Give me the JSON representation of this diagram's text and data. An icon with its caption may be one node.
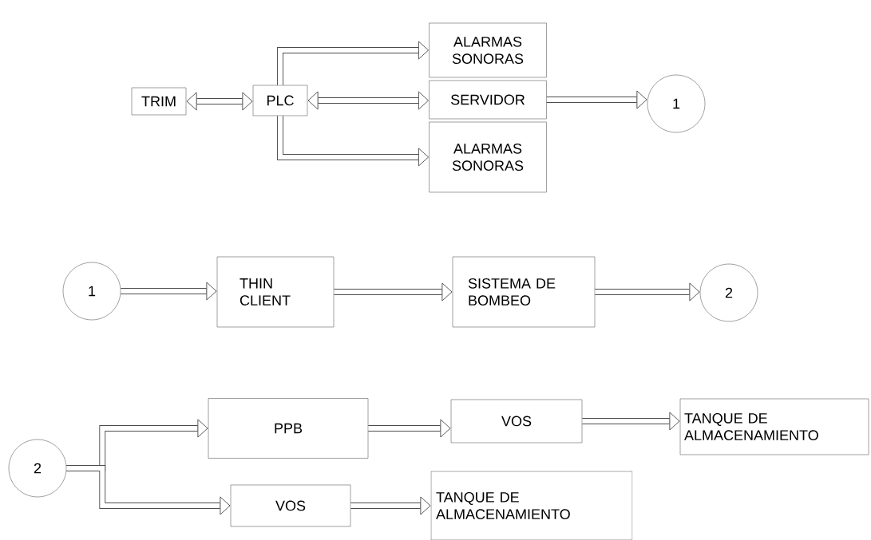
{
  "diagram": {
    "nodes": [
      {
        "text": [
          "TRIM"
        ]
      },
      {
        "text": [
          "PLC"
        ]
      },
      {
        "text": [
          "ALARMAS SONORAS"
        ]
      },
      {
        "text": [
          "SERVIDOR"
        ]
      },
      {
        "text": [
          "1"
        ]
      },
      {
        "text": [
          "ALARMAS SONORAS"
        ]
      },
      {
        "text": [
          "1"
        ]
      },
      {
        "text": [
          "THIN CLIENT"
        ]
      },
      {
        "text": [
          "SISTEMA DE BOMBEO"
        ]
      },
      {
        "text": [
          "2"
        ]
      },
      {
        "text": [
          "2"
        ]
      },
      {
        "text": [
          "PPB"
        ]
      },
      {
        "text": [
          "VOS"
        ]
      },
      {
        "text": [
          "TANQUE DE ALMACENAMIENTO"
        ]
      },
      {
        "text": [
          "VOS"
        ]
      },
      {
        "text": [
          "TANQUE DE ALMACENAMIENTO"
        ]
      }
    ],
    "edges": [
      {
        "from": 0,
        "to": 1,
        "arrow": "both"
      },
      {
        "from": 1,
        "to": 3,
        "arrow": "both"
      },
      {
        "from": 1,
        "to": 2,
        "arrow": "to"
      },
      {
        "from": 1,
        "to": 5,
        "arrow": "to"
      },
      {
        "from": 3,
        "to": 4,
        "arrow": "to"
      },
      {
        "from": 6,
        "to": 7,
        "arrow": "to"
      },
      {
        "from": 7,
        "to": 8,
        "arrow": "to"
      },
      {
        "from": 8,
        "to": 9,
        "arrow": "to"
      },
      {
        "from": 10,
        "to": 11,
        "arrow": "to"
      },
      {
        "from": 10,
        "to": 14,
        "arrow": "to"
      },
      {
        "from": 11,
        "to": 12,
        "arrow": "to"
      },
      {
        "from": 12,
        "to": 13,
        "arrow": "to"
      },
      {
        "from": 14,
        "to": 15,
        "arrow": "to"
      }
    ]
  }
}
